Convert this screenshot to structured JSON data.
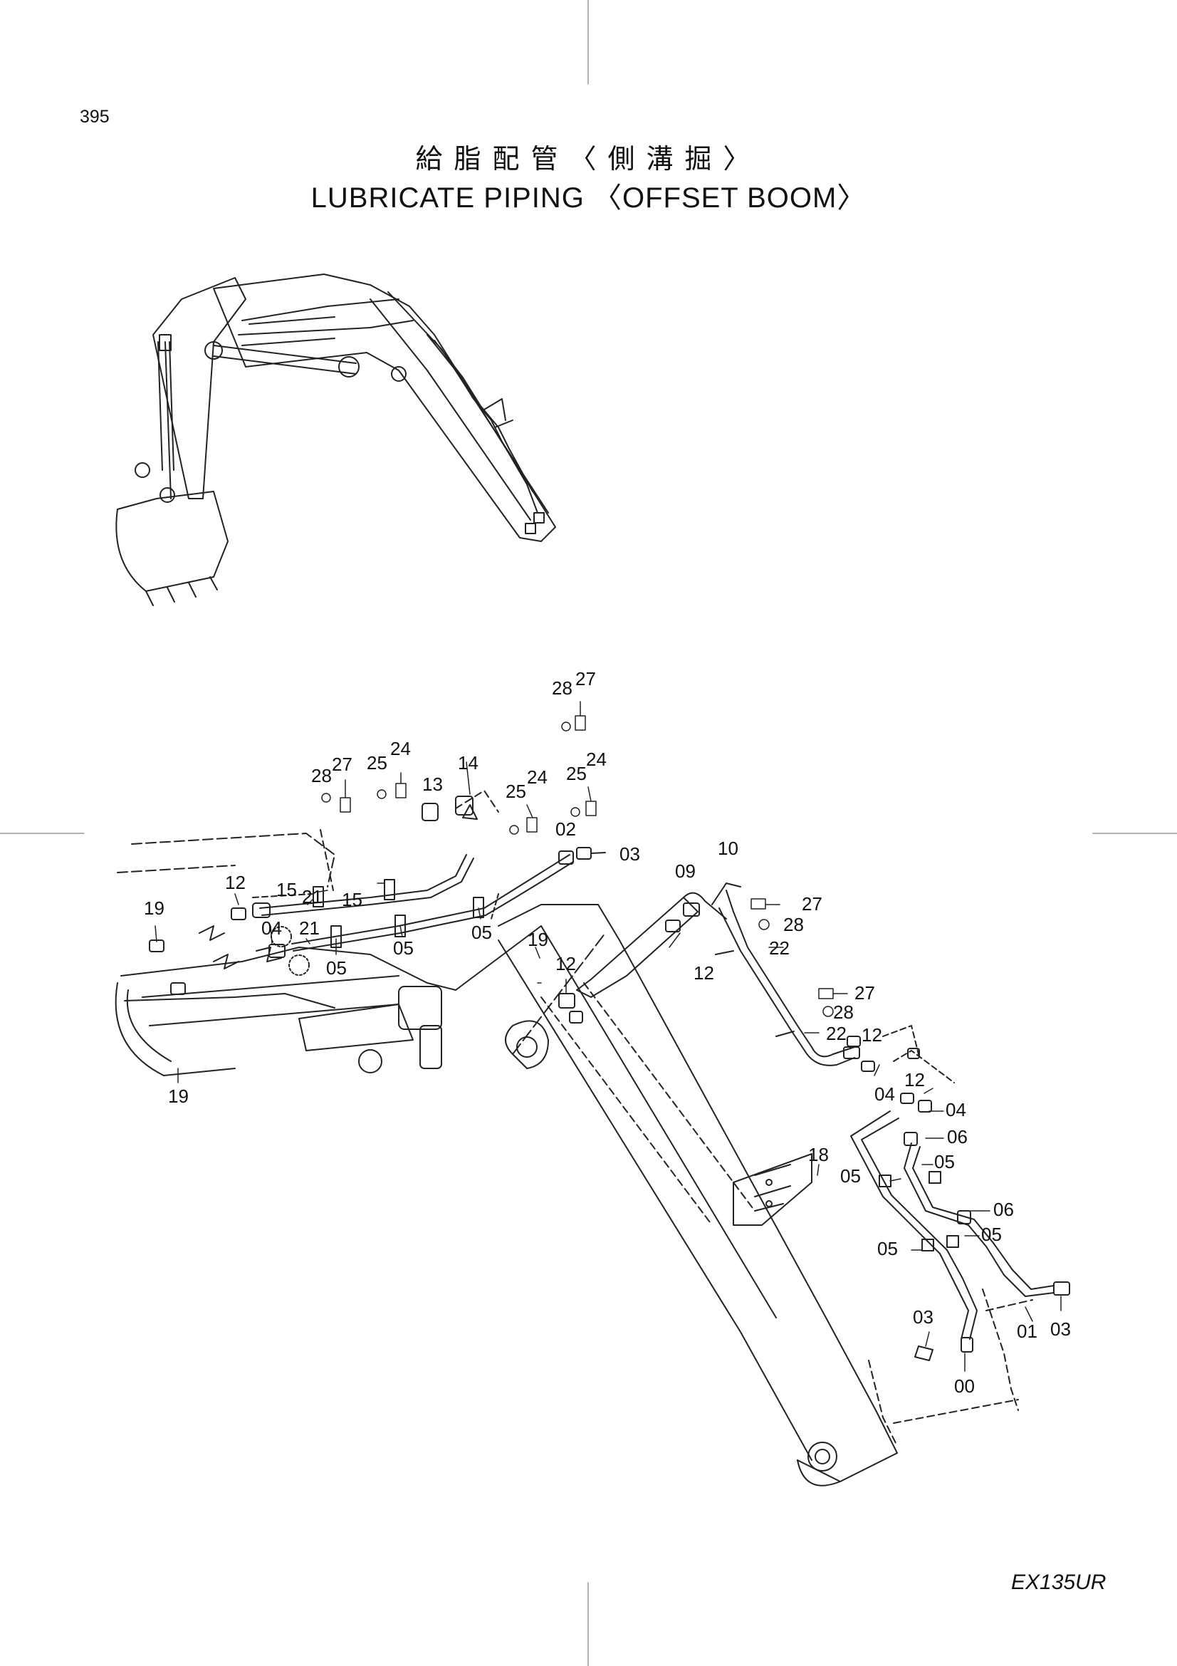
{
  "page_number": "395",
  "title_jp": "給脂配管〈側溝掘〉",
  "title_en": "LUBRICATE PIPING 〈OFFSET BOOM〉",
  "model": "EX135UR",
  "callouts": [
    {
      "id": "c27a",
      "text": "27"
    },
    {
      "id": "c28a",
      "text": "28"
    },
    {
      "id": "c28b",
      "text": "28"
    },
    {
      "id": "c27b",
      "text": "27"
    },
    {
      "id": "c25a",
      "text": "25"
    },
    {
      "id": "c24a",
      "text": "24"
    },
    {
      "id": "c14",
      "text": "14"
    },
    {
      "id": "c13",
      "text": "13"
    },
    {
      "id": "c25b",
      "text": "25"
    },
    {
      "id": "c24b",
      "text": "24"
    },
    {
      "id": "c25c",
      "text": "25"
    },
    {
      "id": "c24c",
      "text": "24"
    },
    {
      "id": "c02",
      "text": "02"
    },
    {
      "id": "c03a",
      "text": "03"
    },
    {
      "id": "c10",
      "text": "10"
    },
    {
      "id": "c09",
      "text": "09"
    },
    {
      "id": "c27c",
      "text": "27"
    },
    {
      "id": "c28c",
      "text": "28"
    },
    {
      "id": "c22a",
      "text": "22"
    },
    {
      "id": "c12a",
      "text": "12"
    },
    {
      "id": "c15a",
      "text": "15"
    },
    {
      "id": "c15b",
      "text": "15"
    },
    {
      "id": "c21a",
      "text": "21"
    },
    {
      "id": "c21b",
      "text": "21"
    },
    {
      "id": "c19a",
      "text": "19"
    },
    {
      "id": "c04a",
      "text": "04"
    },
    {
      "id": "c05a",
      "text": "05"
    },
    {
      "id": "c05b",
      "text": "05"
    },
    {
      "id": "c05c",
      "text": "05"
    },
    {
      "id": "c19b",
      "text": "19"
    },
    {
      "id": "c12b",
      "text": "12"
    },
    {
      "id": "c12c",
      "text": "12"
    },
    {
      "id": "c19c",
      "text": "19"
    },
    {
      "id": "c27d",
      "text": "27"
    },
    {
      "id": "c28d",
      "text": "28"
    },
    {
      "id": "c22b",
      "text": "22"
    },
    {
      "id": "c12d",
      "text": "12"
    },
    {
      "id": "c12e",
      "text": "12"
    },
    {
      "id": "c04b",
      "text": "04"
    },
    {
      "id": "c04c",
      "text": "04"
    },
    {
      "id": "c06a",
      "text": "06"
    },
    {
      "id": "c05d",
      "text": "05"
    },
    {
      "id": "c05e",
      "text": "05"
    },
    {
      "id": "c18",
      "text": "18"
    },
    {
      "id": "c06b",
      "text": "06"
    },
    {
      "id": "c05f",
      "text": "05"
    },
    {
      "id": "c05g",
      "text": "05"
    },
    {
      "id": "c03b",
      "text": "03"
    },
    {
      "id": "c01",
      "text": "01"
    },
    {
      "id": "c03c",
      "text": "03"
    },
    {
      "id": "c00",
      "text": "00"
    }
  ]
}
